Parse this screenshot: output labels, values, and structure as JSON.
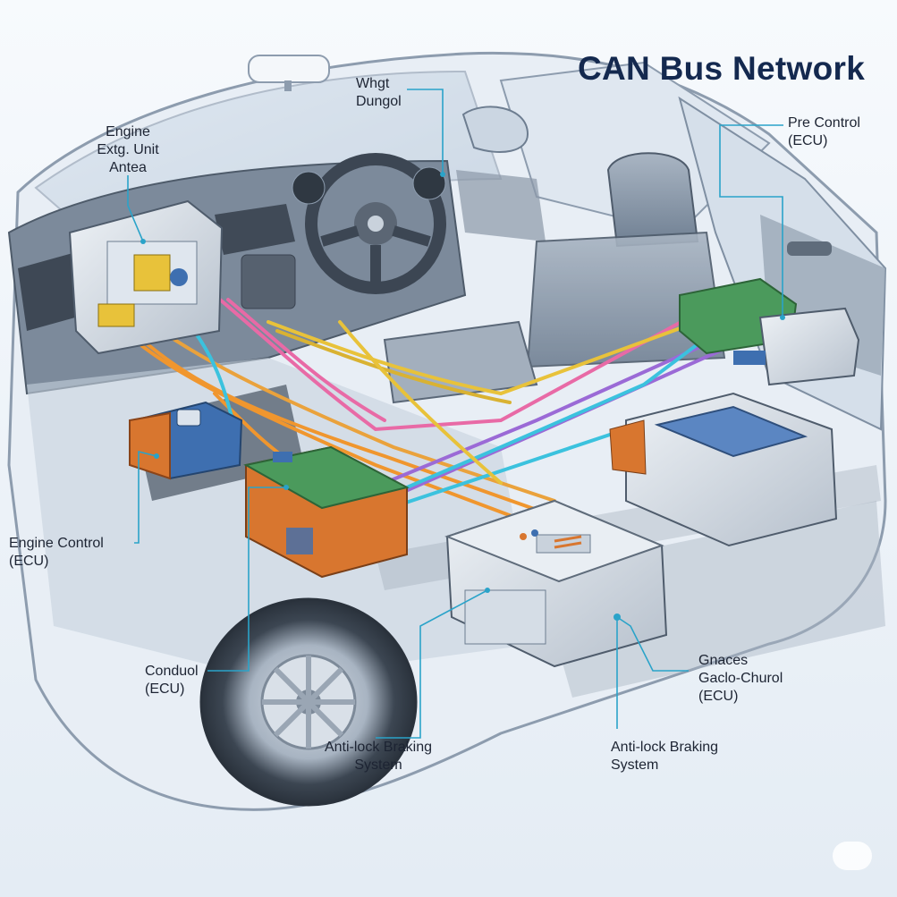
{
  "title": "CAN Bus Network",
  "labels": {
    "engine_unit": "Engine\nExtg. Unit\nAntea",
    "wght_dungol": "Whgt\nDungol",
    "pre_control": "Pre Control\n(ECU)",
    "engine_control": "Engine Control\n(ECU)",
    "conduol": "Conduol\n(ECU)",
    "abs_center": "Anti-lock Braking\nSystem",
    "abs_right": "Anti-lock Braking\nSystem",
    "gnaces": "Gnaces\nGaclo-Churol\n(ECU)"
  },
  "colors": {
    "title": "#14294f",
    "leader": "#2aa3c9",
    "wire_orange": "#f0962e",
    "wire_pink": "#e86aa6",
    "wire_purple": "#9b6ad6",
    "wire_cyan": "#3bc2de",
    "wire_yellow": "#e8c23a",
    "module_green": "#4b9a5c",
    "module_orange": "#d8762f",
    "module_blue": "#3e6fb0"
  }
}
